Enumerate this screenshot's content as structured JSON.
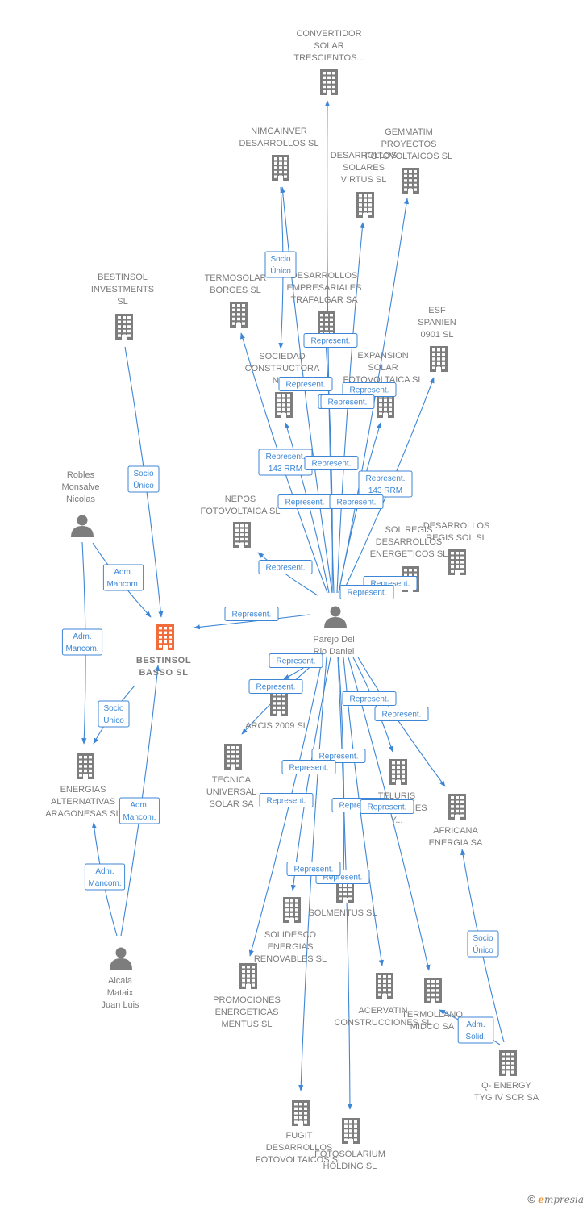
{
  "colors": {
    "company": "#7d7d7d",
    "main_company": "#f26b3a",
    "person": "#7d7d7d",
    "edge": "#3d86d6",
    "label": "#7b7b7b"
  },
  "footer": {
    "copyright": "©",
    "brand_e": "e",
    "brand_rest": "mpresia"
  },
  "nodes": [
    {
      "id": "convertidor",
      "type": "company",
      "lines": [
        "CONVERTIDOR",
        "SOLAR",
        "TRESCIENTOS..."
      ]
    },
    {
      "id": "nimgainver",
      "type": "company",
      "lines": [
        "NIMGAINVER",
        "DESARROLLOS SL"
      ]
    },
    {
      "id": "gemmatim",
      "type": "company",
      "lines": [
        "GEMMATIM",
        "PROYECTOS",
        "FOTOVOLTAICOS SL"
      ]
    },
    {
      "id": "virtus",
      "type": "company",
      "lines": [
        "DESARROLLOS",
        "SOLARES",
        "VIRTUS SL"
      ]
    },
    {
      "id": "bestinsol_inv",
      "type": "company",
      "lines": [
        "BESTINSOL",
        "INVESTMENTS",
        "SL"
      ]
    },
    {
      "id": "termosolar",
      "type": "company",
      "lines": [
        "TERMOSOLAR",
        "BORGES SL"
      ]
    },
    {
      "id": "trafalgar",
      "type": "company",
      "lines": [
        "DESARROLLOS",
        "EMPRESARIALES",
        "TRAFALGAR SA"
      ]
    },
    {
      "id": "esf",
      "type": "company",
      "lines": [
        "ESF",
        "SPANIEN",
        "0901 SL"
      ]
    },
    {
      "id": "sociedad",
      "type": "company",
      "lines": [
        "SOCIEDAD",
        "CONSTRUCTORA",
        "NE..."
      ]
    },
    {
      "id": "expansion",
      "type": "company",
      "lines": [
        "EXPANSION",
        "SOLAR",
        "FOTOVOLTAICA SL"
      ]
    },
    {
      "id": "robles",
      "type": "person",
      "lines": [
        "Robles",
        "Monsalve",
        "Nicolas"
      ]
    },
    {
      "id": "nepos",
      "type": "company",
      "lines": [
        "NEPOS",
        "FOTOVOLTAICA SL"
      ]
    },
    {
      "id": "regis",
      "type": "company",
      "lines": [
        "DESARROLLOS",
        "REGIS SOL SL"
      ]
    },
    {
      "id": "solregis",
      "type": "company",
      "lines": [
        "SOL REGIS",
        "DESARROLLOS",
        "ENERGETICOS SL"
      ]
    },
    {
      "id": "bestinsol_basso",
      "type": "main",
      "lines": [
        "BESTINSOL",
        "BASSO  SL"
      ]
    },
    {
      "id": "parejo",
      "type": "person",
      "lines": [
        "Parejo Del",
        "Rio Daniel"
      ]
    },
    {
      "id": "arcis",
      "type": "company",
      "lines": [
        "ARCIS 2009 SL"
      ]
    },
    {
      "id": "energias",
      "type": "company",
      "lines": [
        "ENERGIAS",
        "ALTERNATIVAS",
        "ARAGONESAS SL"
      ]
    },
    {
      "id": "tecnica",
      "type": "company",
      "lines": [
        "TECNICA",
        "UNIVERSAL",
        "SOLAR SA"
      ]
    },
    {
      "id": "teluris",
      "type": "company",
      "lines": [
        "TELURIS",
        "INVERSIONES",
        "Y..."
      ]
    },
    {
      "id": "africana",
      "type": "company",
      "lines": [
        "AFRICANA",
        "ENERGIA SA"
      ]
    },
    {
      "id": "solmentus",
      "type": "company",
      "lines": [
        "SOLMENTUS SL"
      ]
    },
    {
      "id": "solidesco",
      "type": "company",
      "lines": [
        "SOLIDESCO",
        "ENERGIAS",
        "RENOVABLES SL"
      ]
    },
    {
      "id": "alcala",
      "type": "person",
      "lines": [
        "Alcala",
        "Mataix",
        "Juan Luis"
      ]
    },
    {
      "id": "promociones",
      "type": "company",
      "lines": [
        "PROMOCIONES",
        "ENERGETICAS",
        "MENTUS SL"
      ]
    },
    {
      "id": "acervatin",
      "type": "company",
      "lines": [
        "ACERVATIN",
        "CONSTRUCCIONES SL"
      ]
    },
    {
      "id": "termollano",
      "type": "company",
      "lines": [
        "TERMOLLANO",
        "MIDCO SA"
      ]
    },
    {
      "id": "qenergy",
      "type": "company",
      "lines": [
        "Q- ENERGY",
        "TYG IV SCR SA"
      ]
    },
    {
      "id": "fugit",
      "type": "company",
      "lines": [
        "FUGIT",
        "DESARROLLOS",
        "FOTOVOLTAICOS SL"
      ]
    },
    {
      "id": "fotosolarium",
      "type": "company",
      "lines": [
        "FOTOSOLARIUM",
        "HOLDING  SL"
      ]
    }
  ],
  "edges": [
    {
      "from": "bestinsol_inv",
      "to": "bestinsol_basso",
      "label": [
        "Socio",
        "Único"
      ]
    },
    {
      "from": "robles",
      "to": "bestinsol_basso",
      "label": [
        "Adm.",
        "Mancom."
      ]
    },
    {
      "from": "robles",
      "to": "energias",
      "label": [
        "Adm.",
        "Mancom."
      ]
    },
    {
      "from": "bestinsol_basso",
      "to": "energias",
      "label": [
        "Socio",
        "Único"
      ]
    },
    {
      "from": "alcala",
      "to": "bestinsol_basso",
      "label": [
        "Adm.",
        "Mancom."
      ]
    },
    {
      "from": "alcala",
      "to": "energias",
      "label": [
        "Adm.",
        "Mancom."
      ]
    },
    {
      "from": "parejo",
      "to": "bestinsol_basso",
      "label": [
        "Represent."
      ]
    },
    {
      "from": "parejo",
      "to": "nimgainver",
      "label": []
    },
    {
      "from": "virtus",
      "to": "sociedad",
      "label": [
        "Socio",
        "Único"
      ]
    },
    {
      "from": "parejo",
      "to": "convertidor",
      "label": []
    },
    {
      "from": "parejo",
      "to": "gemmatim",
      "label": []
    },
    {
      "from": "parejo",
      "to": "virtus",
      "label": []
    },
    {
      "from": "parejo",
      "to": "trafalgar",
      "label": [
        "Represent."
      ]
    },
    {
      "from": "parejo",
      "to": "termosolar",
      "label": [
        "Represent.",
        "143 RRM"
      ]
    },
    {
      "from": "parejo",
      "to": "sociedad",
      "label": [
        "Represent."
      ]
    },
    {
      "from": "parejo",
      "to": "expansion",
      "label": [
        "Represent."
      ]
    },
    {
      "from": "parejo",
      "to": "esf",
      "label": [
        "Represent.",
        "143 RRM"
      ]
    },
    {
      "from": "parejo",
      "to": "nepos",
      "label": [
        "Represent."
      ]
    },
    {
      "from": "parejo",
      "to": "regis",
      "label": [
        "Represent."
      ]
    },
    {
      "from": "parejo",
      "to": "solregis",
      "label": [
        "Represent."
      ]
    },
    {
      "from": "parejo",
      "to": "arcis",
      "label": [
        "Represent."
      ]
    },
    {
      "from": "parejo",
      "to": "tecnica",
      "label": [
        "Represent."
      ]
    },
    {
      "from": "parejo",
      "to": "teluris",
      "label": [
        "Represent."
      ]
    },
    {
      "from": "parejo",
      "to": "africana",
      "label": [
        "Represent."
      ]
    },
    {
      "from": "parejo",
      "to": "solmentus",
      "label": [
        "Represent."
      ]
    },
    {
      "from": "parejo",
      "to": "solidesco",
      "label": [
        "Represent."
      ]
    },
    {
      "from": "parejo",
      "to": "promociones",
      "label": [
        "Represent."
      ]
    },
    {
      "from": "parejo",
      "to": "acervatin",
      "label": [
        "Represent."
      ]
    },
    {
      "from": "parejo",
      "to": "termollano",
      "label": [
        "Represent."
      ]
    },
    {
      "from": "parejo",
      "to": "fugit",
      "label": [
        "Represent."
      ]
    },
    {
      "from": "parejo",
      "to": "fotosolarium",
      "label": [
        "Represent."
      ]
    },
    {
      "from": "qenergy",
      "to": "africana",
      "label": [
        "Socio",
        "Único"
      ]
    },
    {
      "from": "qenergy",
      "to": "termollano",
      "label": [
        "Adm.",
        "Solid."
      ]
    }
  ]
}
